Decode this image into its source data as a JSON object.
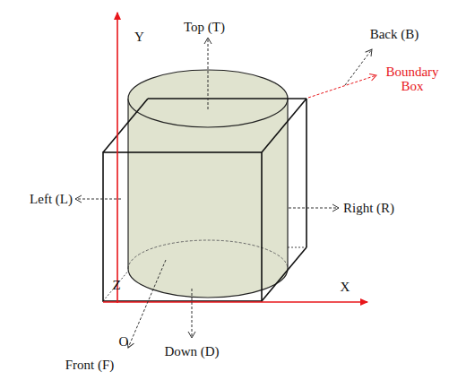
{
  "diagram": {
    "labels": [
      "Y",
      "Top (T)",
      "Back (B)",
      "Boundary Box",
      "Left (L)",
      "Right (R)",
      "Z",
      "X",
      "O",
      "Down (D)",
      "Front (F)"
    ]
  }
}
